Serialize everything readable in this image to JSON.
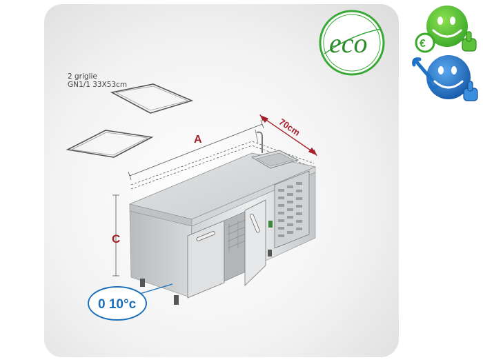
{
  "grids": {
    "line1": "2 griglie",
    "line2": "GN1/1 33X53cm"
  },
  "dimensions": {
    "length_label": "A",
    "height_label": "C",
    "depth_label": "70cm"
  },
  "temperature": {
    "label": "0  10°c"
  },
  "eco_badge": {
    "text": "eco"
  },
  "colors": {
    "dimension_red": "#a3202a",
    "temperature_blue": "#1a6fb8",
    "eco_green": "#3aa836",
    "smiley_green": "#4cc12a",
    "smiley_blue": "#1e72c6"
  },
  "icons": [
    "euro-smiley-thumbs-up-icon",
    "wrench-smiley-thumbs-up-icon"
  ]
}
